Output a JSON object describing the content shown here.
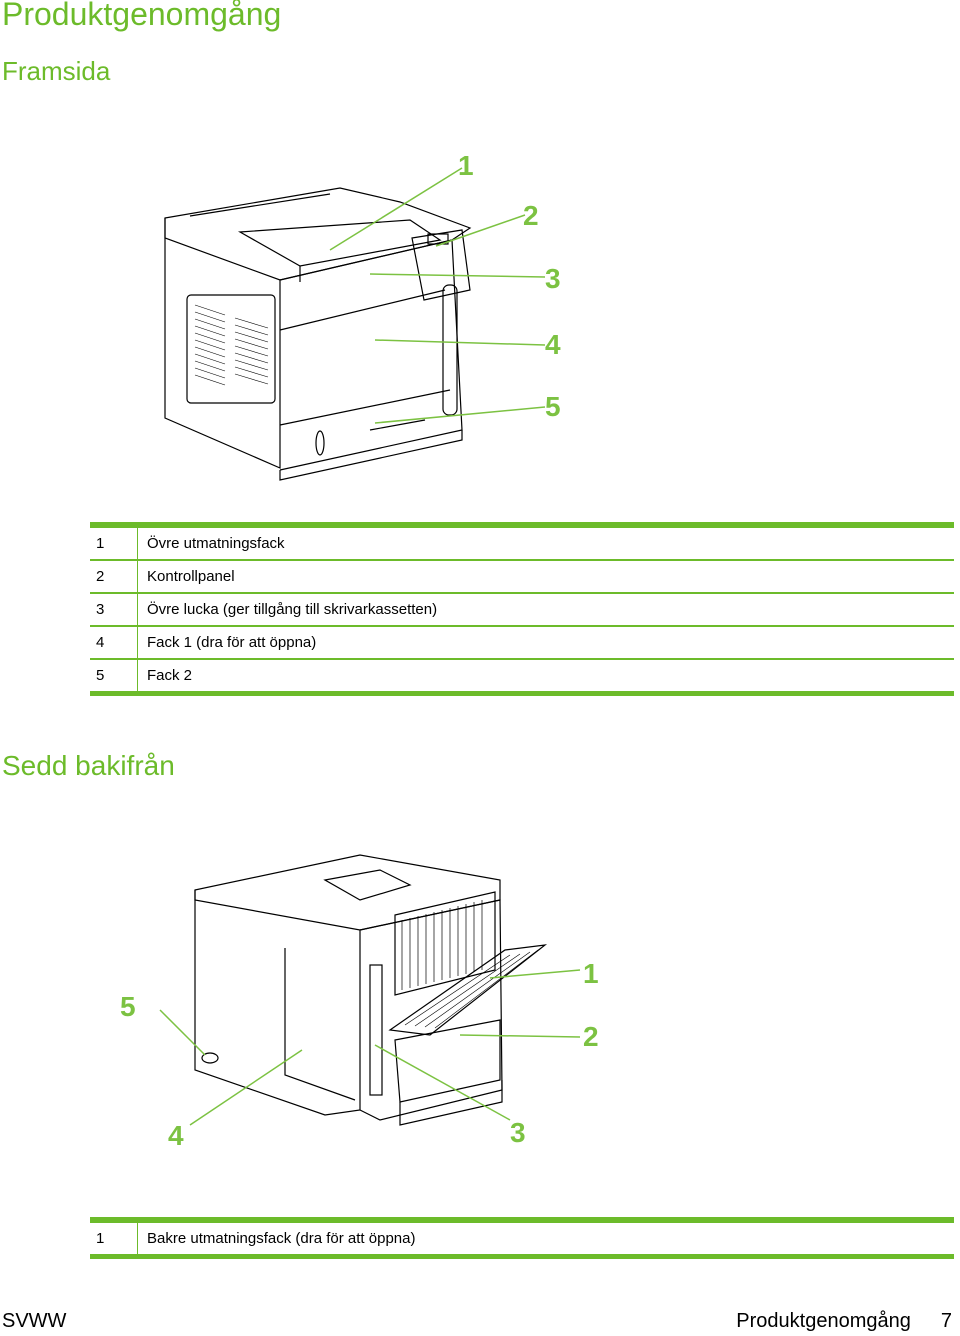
{
  "page": {
    "title": "Produktgenomgång",
    "front_heading": "Framsida",
    "back_heading": "Sedd bakifrån"
  },
  "front_callouts": [
    "1",
    "2",
    "3",
    "4",
    "5"
  ],
  "front_table": [
    {
      "num": "1",
      "label": "Övre utmatningsfack"
    },
    {
      "num": "2",
      "label": "Kontrollpanel"
    },
    {
      "num": "3",
      "label": "Övre lucka (ger tillgång till skrivarkassetten)"
    },
    {
      "num": "4",
      "label": "Fack 1 (dra för att öppna)"
    },
    {
      "num": "5",
      "label": "Fack 2"
    }
  ],
  "back_callouts": [
    "1",
    "2",
    "3",
    "4",
    "5"
  ],
  "back_table": [
    {
      "num": "1",
      "label": "Bakre utmatningsfack (dra för att öppna)"
    }
  ],
  "footer": {
    "left": "SVWW",
    "right_title": "Produktgenomgång",
    "page_number": "7"
  },
  "colors": {
    "accent": "#6cbb2a"
  }
}
